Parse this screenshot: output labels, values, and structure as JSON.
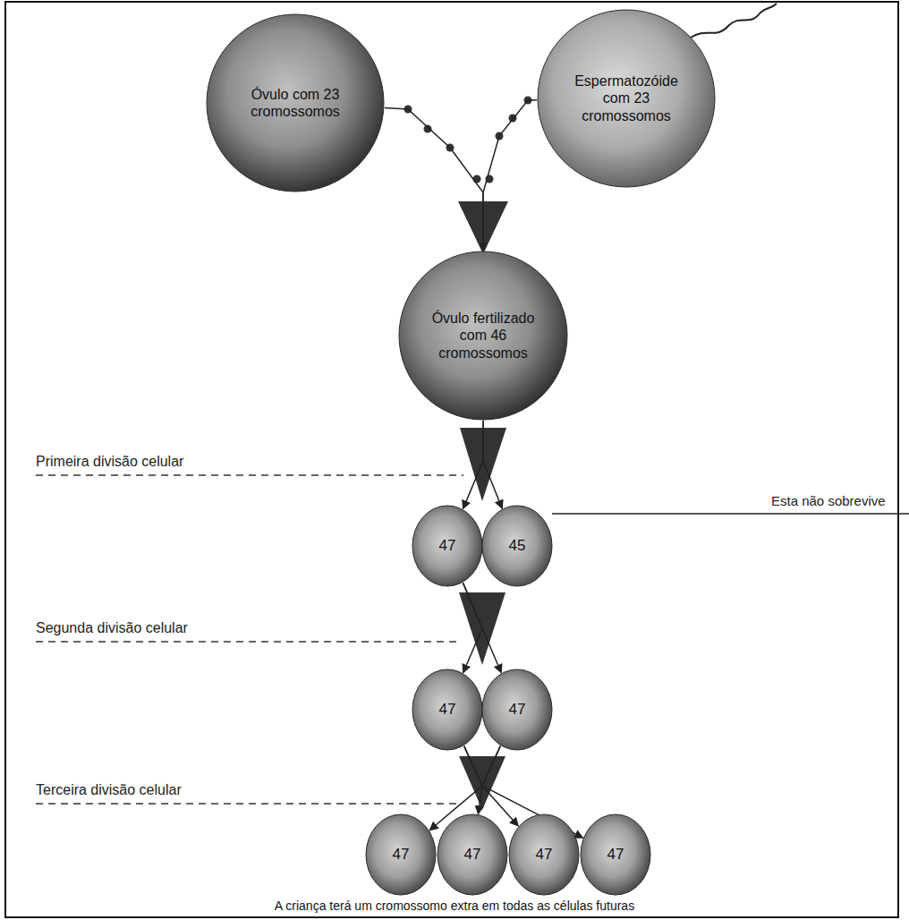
{
  "diagram": {
    "caption": "A criança terá um cromossomo extra em todas as células futuras",
    "nodes": [
      {
        "text": [
          "Óvulo com 23 cromossomos"
        ]
      },
      {
        "text": [
          "Espermatozóide com 23 cromossomos"
        ]
      },
      {
        "text": [
          "Óvulo fertilizado com 46 cromossomos"
        ]
      },
      {
        "text": [
          "47"
        ]
      },
      {
        "text": [
          "45"
        ]
      },
      {
        "text": [
          "47"
        ]
      },
      {
        "text": [
          "47"
        ]
      },
      {
        "text": [
          "47"
        ]
      },
      {
        "text": [
          "47"
        ]
      },
      {
        "text": [
          "47"
        ]
      },
      {
        "text": [
          "47"
        ]
      }
    ],
    "edges": [
      {
        "from": 0,
        "to": 2,
        "arrow": "to"
      },
      {
        "from": 1,
        "to": 2,
        "arrow": "to"
      },
      {
        "from": 2,
        "to": 3,
        "arrow": "to"
      },
      {
        "from": 2,
        "to": 4,
        "arrow": "to"
      },
      {
        "from": 3,
        "to": 5,
        "arrow": "to"
      },
      {
        "from": 3,
        "to": 6,
        "arrow": "to"
      },
      {
        "from": 5,
        "to": 7,
        "arrow": "to"
      },
      {
        "from": 5,
        "to": 8,
        "arrow": "to"
      },
      {
        "from": 6,
        "to": 9,
        "arrow": "to"
      },
      {
        "from": 6,
        "to": 10,
        "arrow": "to"
      }
    ],
    "labels": [
      "Primeira divisão celular",
      "Esta não sobrevive",
      "Segunda divisão celular",
      "Terceira divisão celular"
    ]
  }
}
